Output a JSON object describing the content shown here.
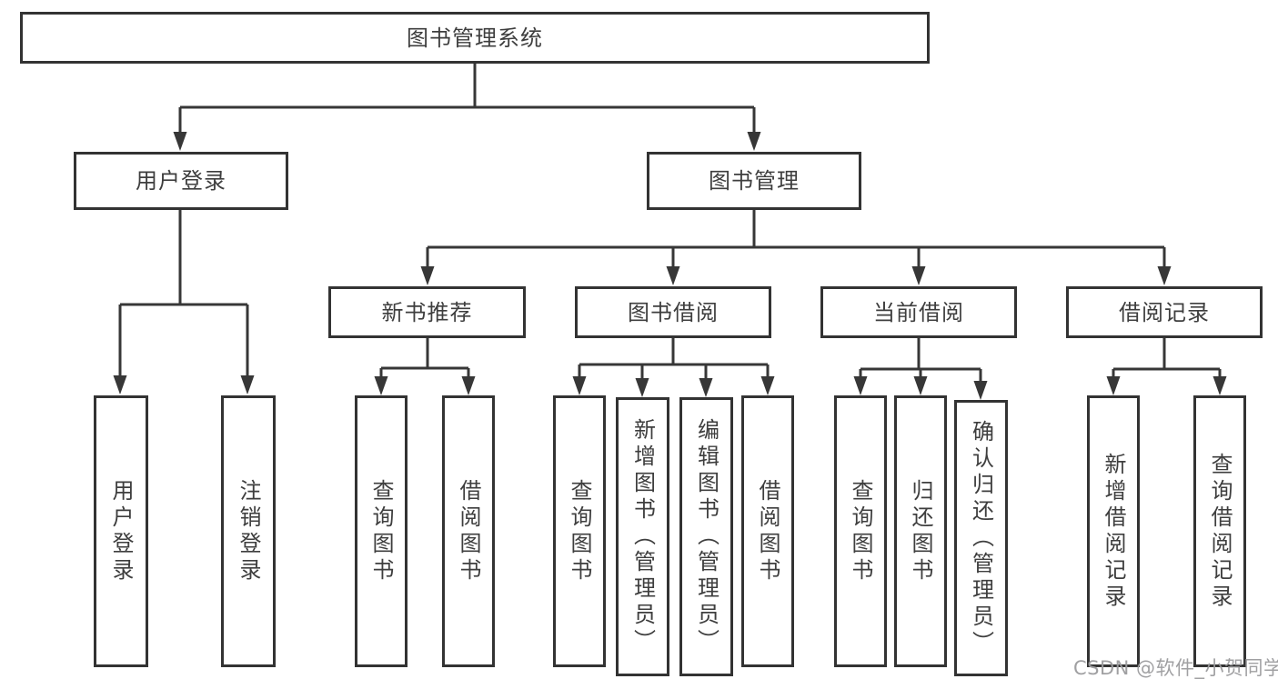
{
  "diagram": {
    "type": "tree",
    "watermark": "CSDN @软件_小贺同学",
    "colors": {
      "background": "#ffffff",
      "box_border": "#333333",
      "connector_line": "#373737",
      "text": "#3e3e3e",
      "watermark_text": "#9b9b9d"
    },
    "root": {
      "label": "图书管理系统",
      "children": [
        {
          "label": "用户登录",
          "children": [
            {
              "label": "用户登录"
            },
            {
              "label": "注销登录"
            }
          ]
        },
        {
          "label": "图书管理",
          "children": [
            {
              "label": "新书推荐",
              "children": [
                {
                  "label": "查询图书"
                },
                {
                  "label": "借阅图书"
                }
              ]
            },
            {
              "label": "图书借阅",
              "children": [
                {
                  "label": "查询图书"
                },
                {
                  "label": "新增图书（管理员）"
                },
                {
                  "label": "编辑图书（管理员）"
                },
                {
                  "label": "借阅图书"
                }
              ]
            },
            {
              "label": "当前借阅",
              "children": [
                {
                  "label": "查询图书"
                },
                {
                  "label": "归还图书"
                },
                {
                  "label": "确认归还（管理员）"
                }
              ]
            },
            {
              "label": "借阅记录",
              "children": [
                {
                  "label": "新增借阅记录"
                },
                {
                  "label": "查询借阅记录"
                }
              ]
            }
          ]
        }
      ]
    }
  }
}
